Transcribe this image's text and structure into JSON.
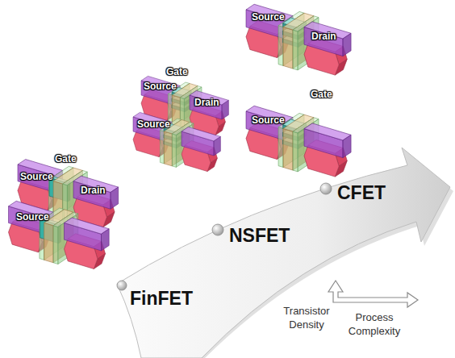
{
  "diagram": {
    "labels": [
      "Source",
      "Drain",
      "Gate",
      "Source",
      "Source",
      "Drain",
      "Gate",
      "Source",
      "Drain",
      "Source",
      "Gate",
      "Source",
      "FinFET",
      "NSFET",
      "CFET",
      "Transistor Density",
      "Process Complexity"
    ]
  }
}
